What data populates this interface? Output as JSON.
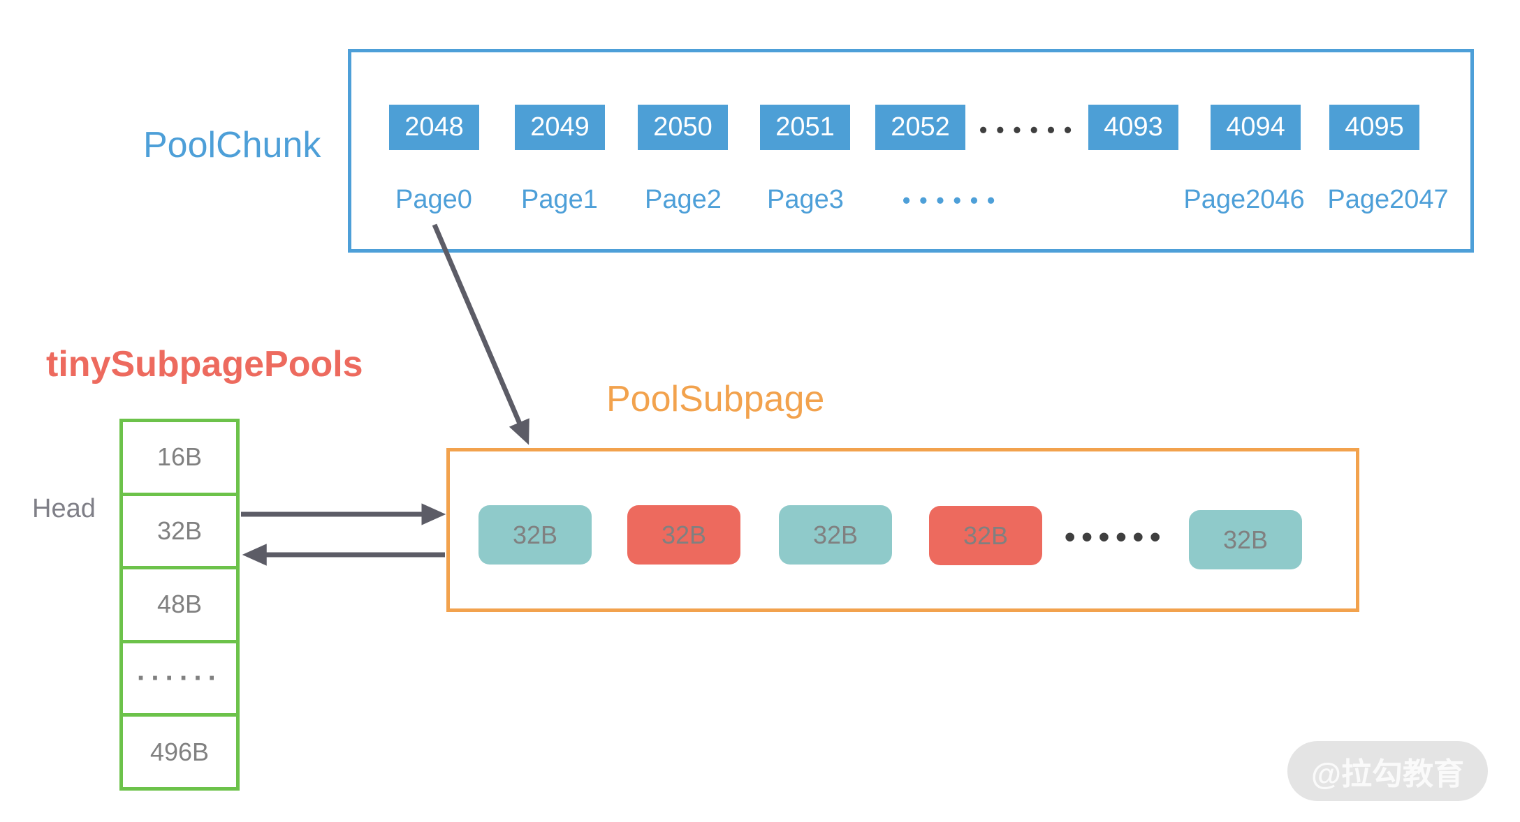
{
  "colors": {
    "blue": "#4D9FD6",
    "green": "#6CC24A",
    "orange": "#F2A24D",
    "red": "#ED6A5E",
    "teal": "#8FCACA",
    "gray_text": "#808080",
    "arrow_gray": "#5C5C66",
    "dark_dots": "#3F3F3F",
    "watermark_bg": "#E4E4E4",
    "watermark_text": "#FAFAFA"
  },
  "pool_chunk": {
    "title": "PoolChunk",
    "blocks": [
      "2048",
      "2049",
      "2050",
      "2051",
      "2052",
      "4093",
      "4094",
      "4095"
    ],
    "block_gap_dots": "••••••",
    "page_labels": [
      "Page0",
      "Page1",
      "Page2",
      "Page3",
      "Page2046",
      "Page2047"
    ],
    "page_gap_dots": "••••••"
  },
  "tiny_subpage_pools": {
    "title": "tinySubpagePools",
    "head_label": "Head",
    "rows": [
      "16B",
      "32B",
      "48B",
      "······",
      "496B"
    ]
  },
  "pool_subpage": {
    "title": "PoolSubpage",
    "slots": [
      {
        "label": "32B",
        "state": "free"
      },
      {
        "label": "32B",
        "state": "used"
      },
      {
        "label": "32B",
        "state": "free"
      },
      {
        "label": "32B",
        "state": "used"
      },
      {
        "label": "32B",
        "state": "free"
      }
    ],
    "slot_gap_dots": "••••••"
  },
  "watermark": "@拉勾教育"
}
